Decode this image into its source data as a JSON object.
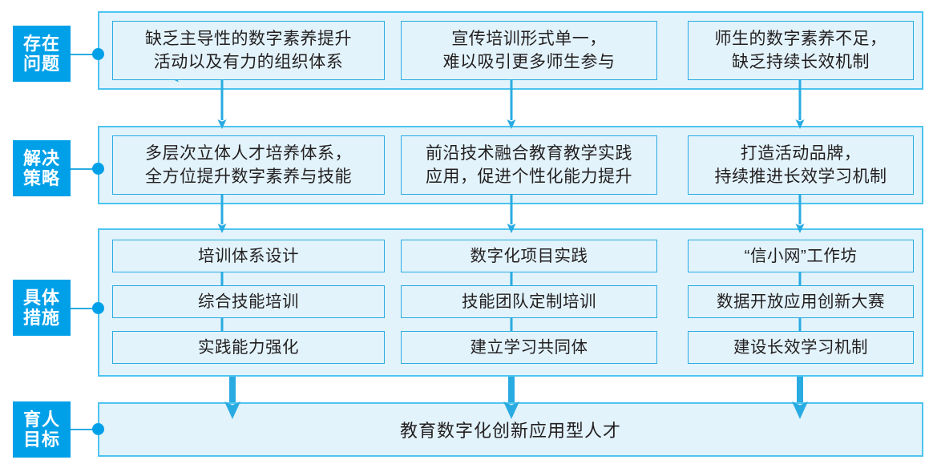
{
  "diagram": {
    "title_text_color": "#231F20",
    "accent_color": "#00A0E9",
    "panel_fill": "#E2F3FB",
    "panel_border": "#4DC4F0",
    "box_border": "#29ABE2",
    "sections": [
      {
        "tag": {
          "line1": "存在",
          "line2": "问题"
        },
        "boxes": [
          "缺乏主导性的数字素养提升\n活动以及有力的组织体系",
          "宣传培训形式单一，\n难以吸引更多师生参与",
          "师生的数字素养不足，\n缺乏持续长效机制"
        ]
      },
      {
        "tag": {
          "line1": "解决",
          "line2": "策略"
        },
        "boxes": [
          "多层次立体人才培养体系，\n全方位提升数字素养与技能",
          "前沿技术融合教育教学实践\n应用，促进个性化能力提升",
          "打造活动品牌，\n持续推进长效学习机制"
        ]
      },
      {
        "tag": {
          "line1": "具体",
          "line2": "措施"
        },
        "columns": [
          [
            "培训体系设计",
            "综合技能培训",
            "实践能力强化"
          ],
          [
            "数字化项目实践",
            "技能团队定制培训",
            "建立学习共同体"
          ],
          [
            "“信小网”工作坊",
            "数据开放应用创新大赛",
            "建设长效学习机制"
          ]
        ]
      },
      {
        "tag": {
          "line1": "育人",
          "line2": "目标"
        },
        "goal": "教育数字化创新应用型人才"
      }
    ]
  }
}
